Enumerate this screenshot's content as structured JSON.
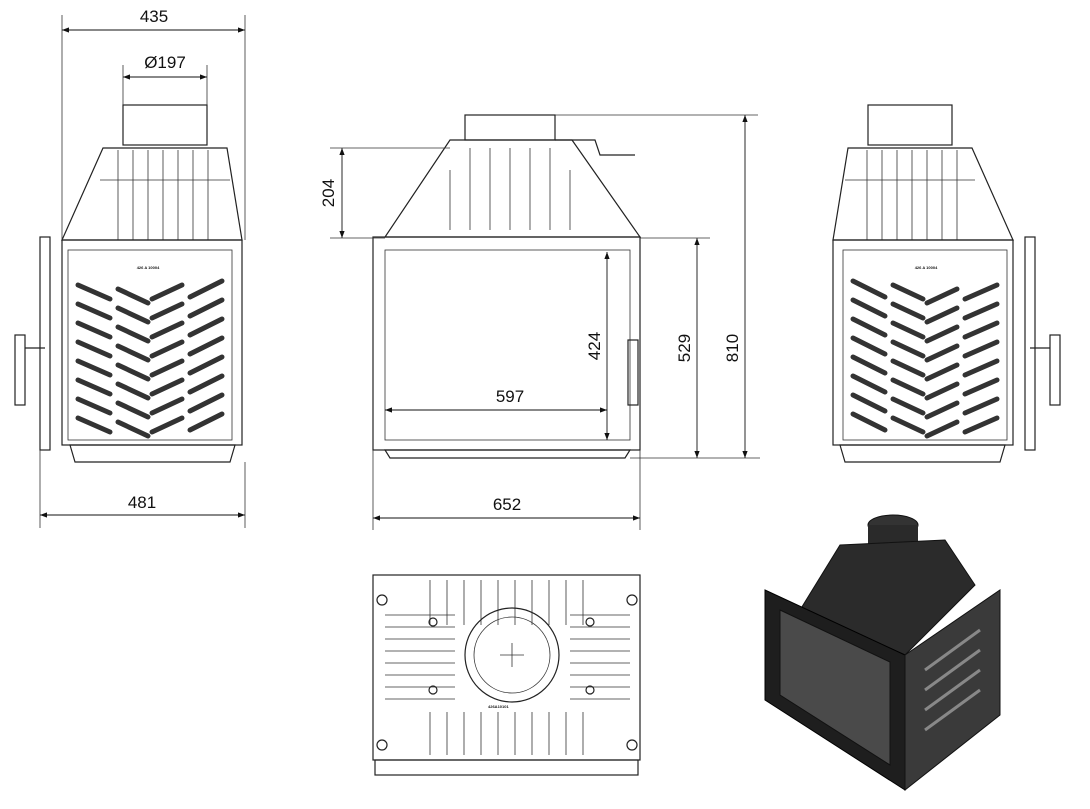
{
  "drawing": {
    "left_view": {
      "width_top": "435",
      "flue_diameter": "Ø197",
      "width_bottom": "481",
      "plate_label": "426 A 10004"
    },
    "front_view": {
      "hood_height": "204",
      "glass_height": "424",
      "glass_width": "597",
      "body_height": "529",
      "total_height": "810",
      "total_width": "652"
    },
    "right_view": {
      "plate_label": "426 A 10004"
    },
    "bottom_view": {
      "plate_label": "426A10101"
    },
    "colors": {
      "line": "#222222",
      "insert_body": "#1e1e1e"
    }
  }
}
